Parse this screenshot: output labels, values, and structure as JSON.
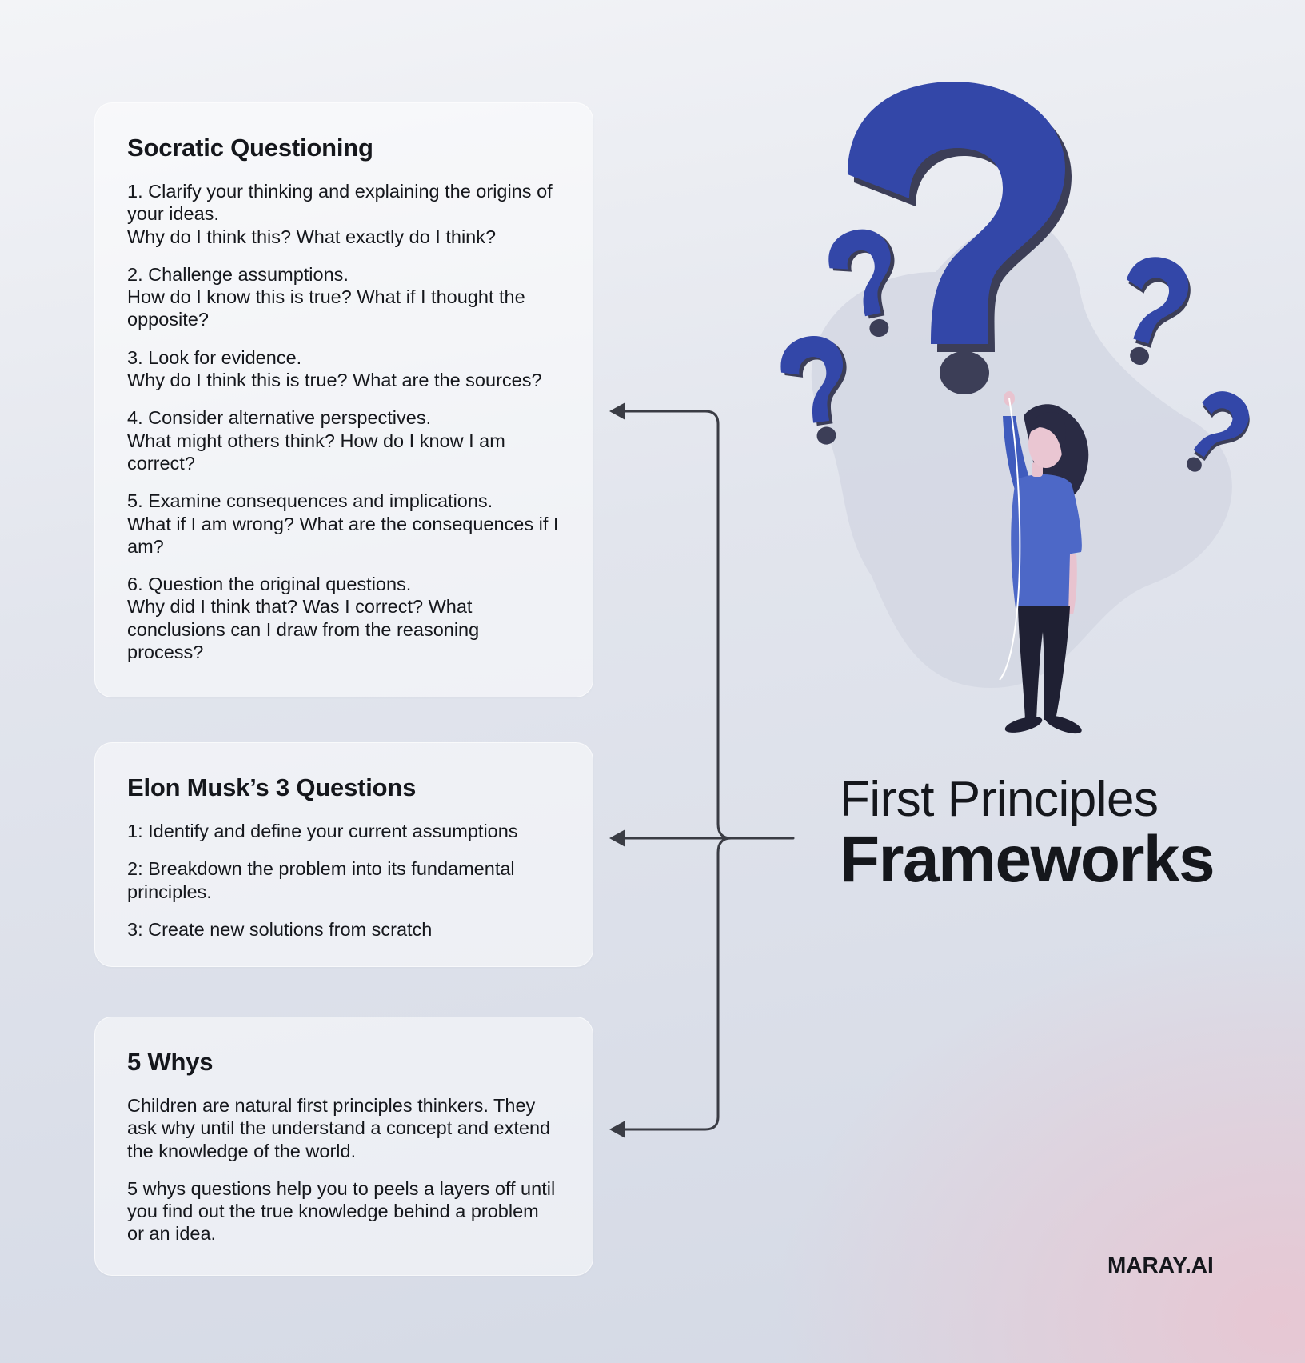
{
  "cards": {
    "socratic": {
      "title": "Socratic Questioning",
      "items": [
        {
          "lines": [
            "1. Clarify your thinking and explaining the origins of your ideas.",
            "Why do I think this? What exactly do I think?"
          ]
        },
        {
          "lines": [
            "2. Challenge assumptions.",
            "How do I know this is true? What if I thought the opposite?"
          ]
        },
        {
          "lines": [
            "3. Look for evidence.",
            "Why do I think this is true? What are the sources?"
          ]
        },
        {
          "lines": [
            "4. Consider alternative perspectives.",
            "What might others think? How do I know I am correct?"
          ]
        },
        {
          "lines": [
            "5. Examine consequences and implications.",
            "What if I am wrong? What are the consequences if I am?"
          ]
        },
        {
          "lines": [
            "6. Question the original questions.",
            "Why did I think that? Was I correct? What conclusions can I draw from the reasoning process?"
          ]
        }
      ]
    },
    "musk": {
      "title": "Elon Musk’s 3 Questions",
      "items": [
        "1: Identify and define your current assumptions",
        "2: Breakdown the problem into its fundamental principles.",
        "3: Create new solutions from scratch"
      ]
    },
    "whys": {
      "title": "5 Whys",
      "items": [
        "Children are natural first principles thinkers. They ask why until the understand a concept and extend the knowledge of the world.",
        "5 whys questions help you to peels a layers off until you find out the true knowledge behind a problem or an idea."
      ]
    }
  },
  "headline": {
    "line1": "First Principles",
    "line2": "Frameworks"
  },
  "brand": "MARAY.AI",
  "colors": {
    "question_mark": "#3347a8",
    "question_mark_shadow": "#3c3e57",
    "blob": "#d3d7e3",
    "text": "#15171c",
    "connector": "#3a3c44"
  }
}
